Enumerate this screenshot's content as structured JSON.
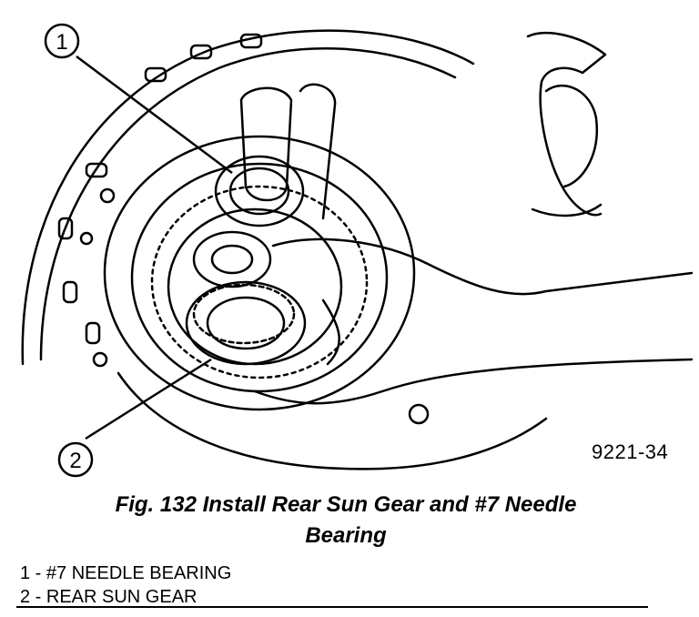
{
  "figure": {
    "callouts": [
      {
        "number": "1"
      },
      {
        "number": "2"
      }
    ],
    "figure_code": "9221-34",
    "caption_line1": "Fig. 132 Install Rear Sun Gear and #7 Needle",
    "caption_line2": "Bearing"
  },
  "legend": [
    {
      "text": "1 - #7 NEEDLE BEARING"
    },
    {
      "text": "2 - REAR SUN GEAR"
    }
  ]
}
